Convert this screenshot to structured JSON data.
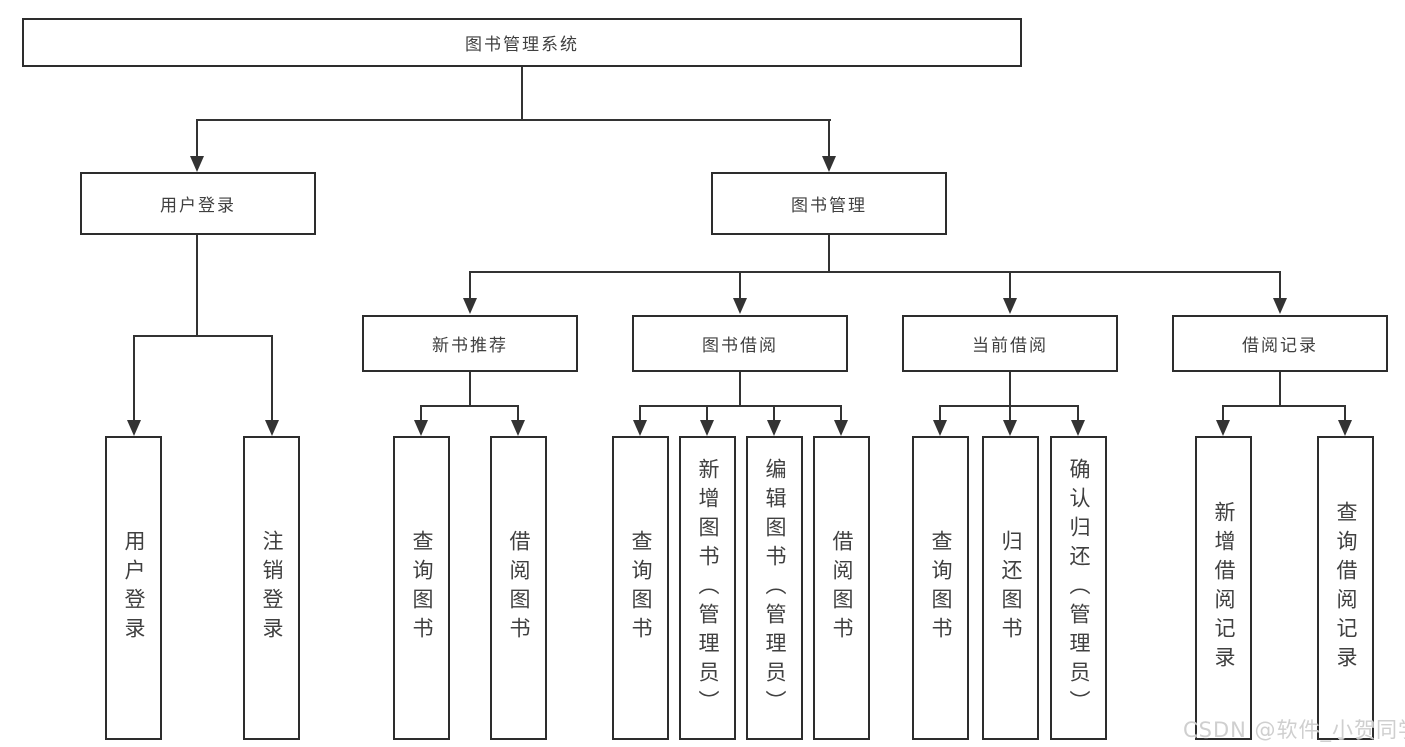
{
  "diagram": {
    "root": "图书管理系统",
    "level2": {
      "user_login": "用户登录",
      "book_mgmt": "图书管理"
    },
    "level3": {
      "new_books": "新书推荐",
      "borrow": "图书借阅",
      "current": "当前借阅",
      "records": "借阅记录"
    },
    "leaves": {
      "user_login": [
        "用户登录",
        "注销登录"
      ],
      "new_books": [
        "查询图书",
        "借阅图书"
      ],
      "borrow": [
        "查询图书",
        "新增图书（管理员）",
        "编辑图书（管理员）",
        "借阅图书"
      ],
      "current": [
        "查询图书",
        "归还图书",
        "确认归还（管理员）"
      ],
      "records": [
        "新增借阅记录",
        "查询借阅记录"
      ]
    },
    "colors": {
      "line": "#333333",
      "border": "#2d2d2d",
      "text": "#404040",
      "background": "#ffffff",
      "watermark": "#cfcfcf"
    },
    "watermark": "CSDN @软件_小贺同学"
  }
}
